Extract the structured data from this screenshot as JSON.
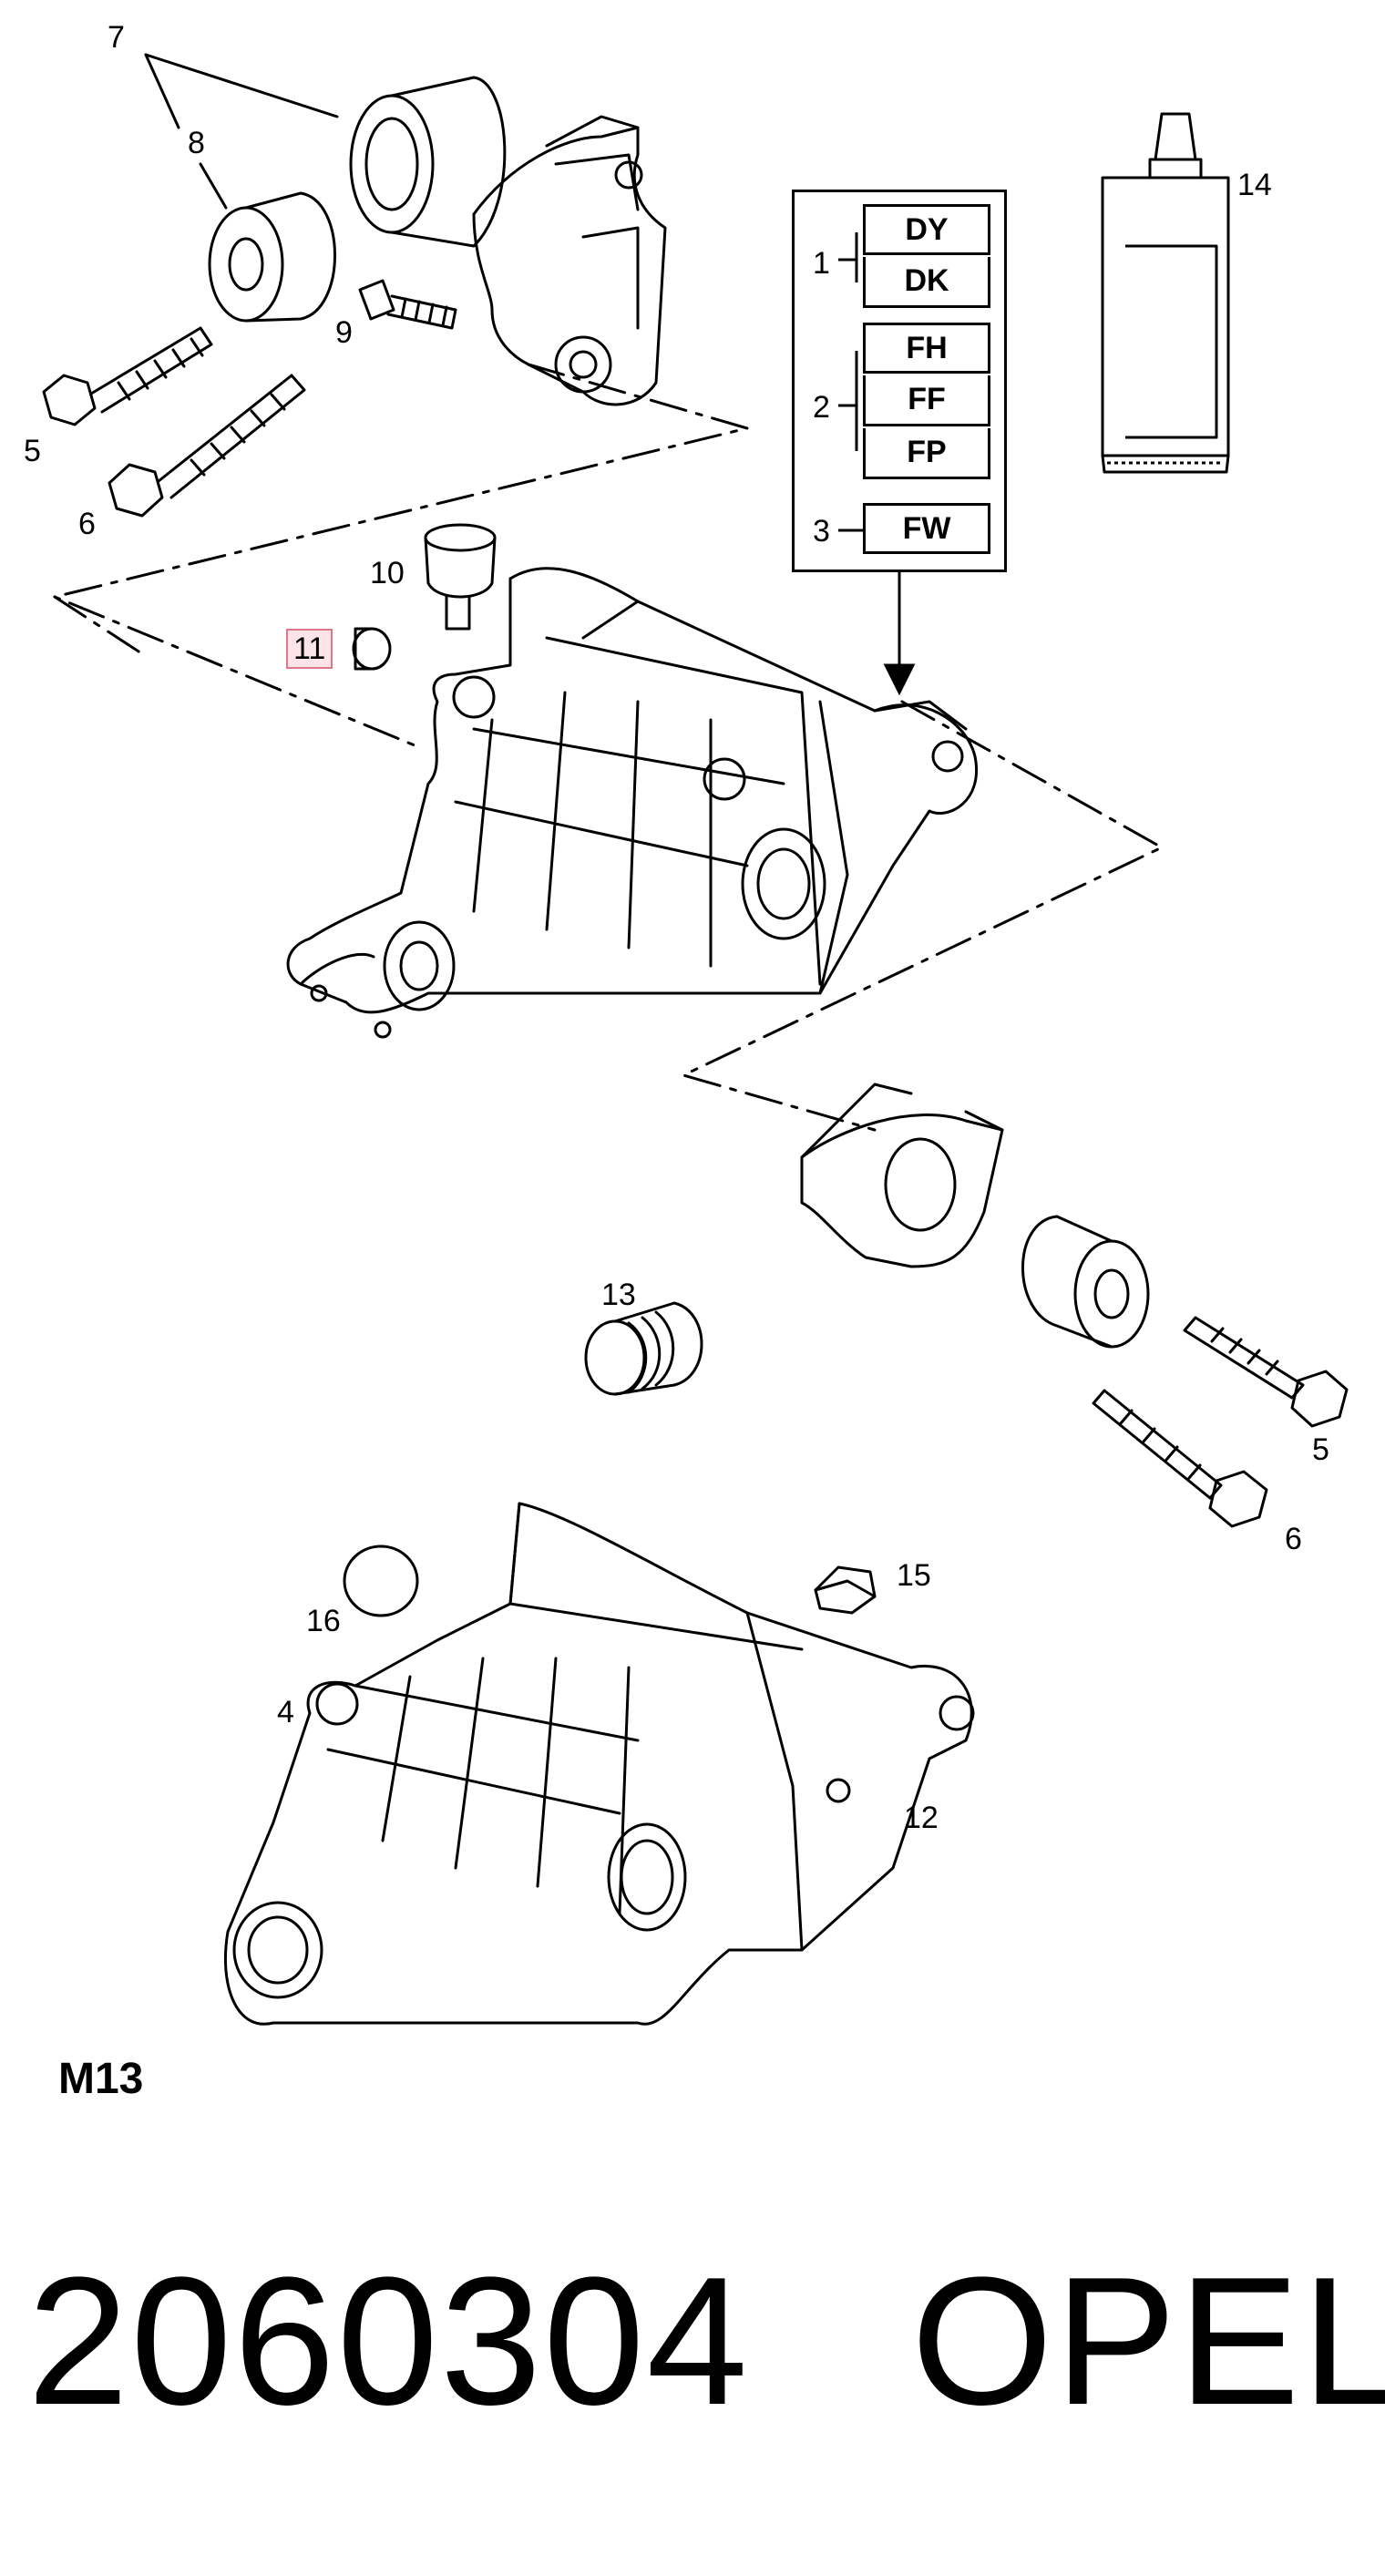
{
  "callouts": {
    "c7": "7",
    "c8": "8",
    "c9": "9",
    "c5a": "5",
    "c6a": "6",
    "c10": "10",
    "c11": "11",
    "c14": "14",
    "c13": "13",
    "c5b": "5",
    "c6b": "6",
    "c16": "16",
    "c15": "15",
    "c4": "4",
    "c12": "12"
  },
  "code_table": {
    "groups": [
      {
        "label": "1",
        "codes": [
          "DY",
          "DK"
        ]
      },
      {
        "label": "2",
        "codes": [
          "FH",
          "FF",
          "FP"
        ]
      },
      {
        "label": "3",
        "codes": [
          "FW"
        ]
      }
    ]
  },
  "highlight_color": "#e07a8a",
  "diagram_ref": "M13",
  "part_number": "2060304",
  "brand": "OPEL"
}
